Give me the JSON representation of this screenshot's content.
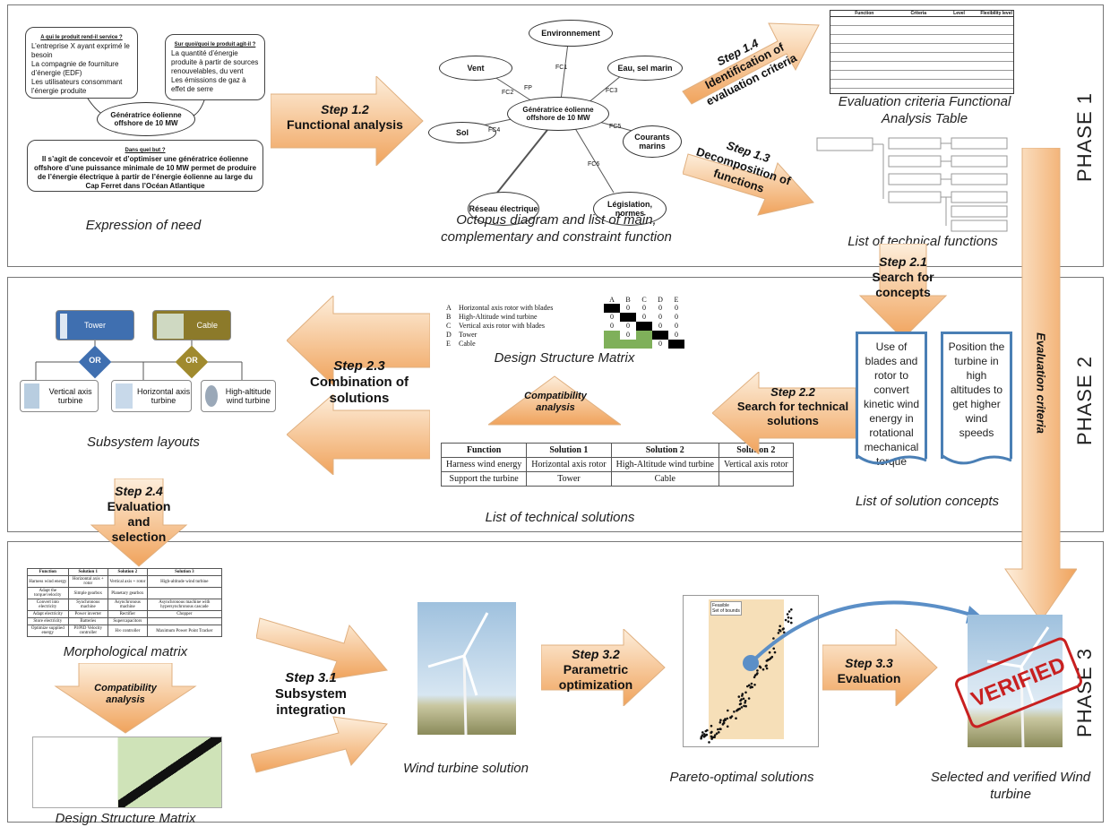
{
  "phases": {
    "p1": "PHASE 1",
    "p2": "PHASE 2",
    "p3": "PHASE 3"
  },
  "evaluation_bar_label": "Evaluation criteria",
  "phase1": {
    "need_q1_title": "A qui le produit rend-il service ?",
    "need_q1_items": [
      "L’entreprise X ayant exprimé le besoin",
      "La compagnie de fourniture d’énergie (EDF)",
      "Les utilisateurs consommant l’énergie produite"
    ],
    "need_q2_title": "Sur quoi/quoi le produit agit-il ?",
    "need_q2_items": [
      "La quantité d’énergie produite à partir de sources renouvelables, du vent",
      "Les émissions de gaz à effet de serre"
    ],
    "need_center": "Génératrice éolienne offshore de 10 MW",
    "need_q3_title": "Dans quel but ?",
    "need_q3_text": "Il s’agit de concevoir et d’optimiser une génératrice éolienne offshore d’une puissance minimale de 10 MW permet de produire de l’énergie électrique à partir de l’énergie éolienne au large du Cap Ferret dans l’Océan Atlantique",
    "caption_need": "Expression of need",
    "step12_num": "Step 1.2",
    "step12_label": "Functional analysis",
    "octopus_center": "Génératrice éolienne offshore de 10 MW",
    "octopus_nodes": [
      "Environnement",
      "Vent",
      "Eau, sel marin",
      "Sol",
      "Courants marins",
      "Réseau électrique",
      "Législation, normes"
    ],
    "octopus_links": [
      "FP",
      "FC1",
      "FC2",
      "FC3",
      "FC4",
      "FC5",
      "FC6"
    ],
    "caption_octopus": "Octopus diagram and list of main, complementary and constraint function",
    "step14_num": "Step 1.4",
    "step14_label": "Identification of evaluation criteria",
    "step13_num": "Step 1.3",
    "step13_label": "Decomposition of functions",
    "eval_table_header": [
      "Function",
      "Criteria",
      "Level",
      "Flexibility level"
    ],
    "caption_eval": "Evaluation criteria Functional Analysis Table",
    "caption_functions": "List of technical functions"
  },
  "phase2": {
    "step21_num": "Step 2.1",
    "step21_label": "Search for concepts",
    "dsm_rows": [
      {
        "code": "A",
        "label": "Horizontal axis rotor with blades"
      },
      {
        "code": "B",
        "label": "High-Altitude wind turbine"
      },
      {
        "code": "C",
        "label": "Vertical axis rotor with blades"
      },
      {
        "code": "D",
        "label": "Tower"
      },
      {
        "code": "E",
        "label": "Cable"
      }
    ],
    "dsm_cols": [
      "A",
      "B",
      "C",
      "D",
      "E"
    ],
    "caption_dsm": "Design Structure Matrix",
    "step23_num": "Step 2.3",
    "step23_label": "Combination of solutions",
    "layout_tower": "Tower",
    "layout_cable": "Cable",
    "layout_or": "OR",
    "layout_vertical": "Vertical axis turbine",
    "layout_horizontal": "Horizontal axis turbine",
    "layout_highalt": "High-altitude wind turbine",
    "caption_layouts": "Subsystem layouts",
    "compat_label": "Compatibility analysis",
    "step22_num": "Step 2.2",
    "step22_label": "Search for technical solutions",
    "tech_headers": [
      "Function",
      "Solution 1",
      "Solution 2",
      "Solution 2"
    ],
    "tech_rows": [
      [
        "Harness wind energy",
        "Horizontal axis rotor",
        "High-Altitude wind turbine",
        "Vertical axis rotor"
      ],
      [
        "Support the turbine",
        "Tower",
        "Cable",
        ""
      ]
    ],
    "caption_tech": "List of technical solutions",
    "concept1": "Use of blades and rotor to convert kinetic wind energy in rotational mechanical torque",
    "concept2": "Position the turbine in high altitudes to get higher wind speeds",
    "caption_concepts": "List of solution concepts"
  },
  "phase3": {
    "step24_num": "Step 2.4",
    "step24_label": "Evaluation and selection",
    "morph_headers": [
      "Function",
      "Solution 1",
      "Solution 2",
      "Solution 3"
    ],
    "morph_rows": [
      [
        "Harness wind energy",
        "Horizontal axis + rotor",
        "Vertical axis + rotor",
        "High-altitude wind turbine"
      ],
      [
        "Adapt the torque/velocity",
        "Simple gearbox",
        "Planetary gearbox",
        ""
      ],
      [
        "Convert into electricity",
        "Synchronous machine",
        "Asynchronous machine",
        "Asynchronous machine with hypersynchronous cascade"
      ],
      [
        "Adapt electricity",
        "Power inverter",
        "Rectifier",
        "Chopper"
      ],
      [
        "Store electricity",
        "Batteries",
        "Supercapacitors",
        ""
      ],
      [
        "Optimize supplied energy",
        "PI/PID Velocity controller",
        "H∞ controller",
        "Maximum Power Point Tracker"
      ]
    ],
    "caption_morph": "Morphological matrix",
    "compat_label": "Compatibility analysis",
    "caption_dsm2": "Design Structure Matrix",
    "step31_num": "Step 3.1",
    "step31_label": "Subsystem integration",
    "caption_wind": "Wind turbine solution",
    "step32_num": "Step 3.2",
    "step32_label": "Parametric optimization",
    "pareto_legend": [
      "Feasible",
      "Set of bounds"
    ],
    "caption_pareto": "Pareto-optimal solutions",
    "step33_num": "Step 3.3",
    "step33_label": "Evaluation",
    "verified_stamp": "VERIFIED",
    "caption_selected": "Selected and verified Wind turbine"
  },
  "colors": {
    "arrow_fill_top": "#fde9cf",
    "arrow_fill_bottom": "#f2a660",
    "concept_border": "#4a7fb5",
    "tower_blue": "#3f6fb0",
    "cable_olive": "#8c7a2a",
    "or_blue": "#3f6fb0",
    "or_olive": "#a08a2e",
    "dsm_green": "#7fb05a",
    "stamp_red": "#c82020",
    "pareto_band": "#f6dfb8",
    "connector_blue": "#5b8fc7"
  }
}
